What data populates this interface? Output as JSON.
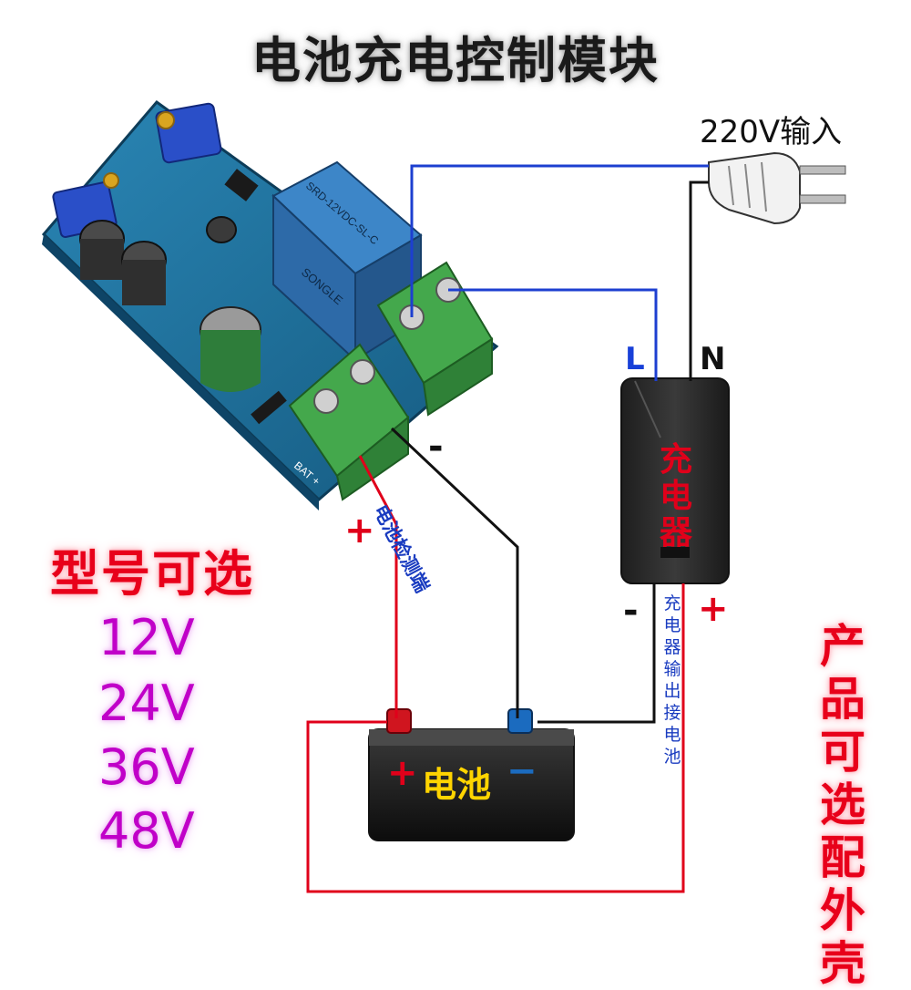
{
  "title": "电池充电控制模块",
  "input_label": "220V输入",
  "wire_labels": {
    "L": "L",
    "N": "N"
  },
  "signs": {
    "board_minus": "-",
    "board_plus": "+",
    "charger_minus": "-",
    "charger_plus": "+",
    "battery_plus": "+",
    "battery_minus": "−"
  },
  "detect_label": "电池检测端",
  "charger_label": "充电器",
  "charger_output_label": "充电器输出接电池",
  "battery_label": "电池",
  "model_title": "型号可选",
  "voltages": [
    "12V",
    "24V",
    "36V",
    "48V"
  ],
  "optional_case_label": "产品可选配外壳",
  "board_marks": {
    "relay_brand": "SONGLE",
    "relay_model": "SRD-12VDC-SL-C",
    "bat_label": "BAT +"
  },
  "colors": {
    "board": "#1d6f9a",
    "relay": "#2f76b8",
    "terminal": "#3fa046",
    "wire_blue": "#1d3fd0",
    "wire_red": "#e0001a",
    "wire_black": "#111111",
    "charger": "#2b2b2b"
  }
}
